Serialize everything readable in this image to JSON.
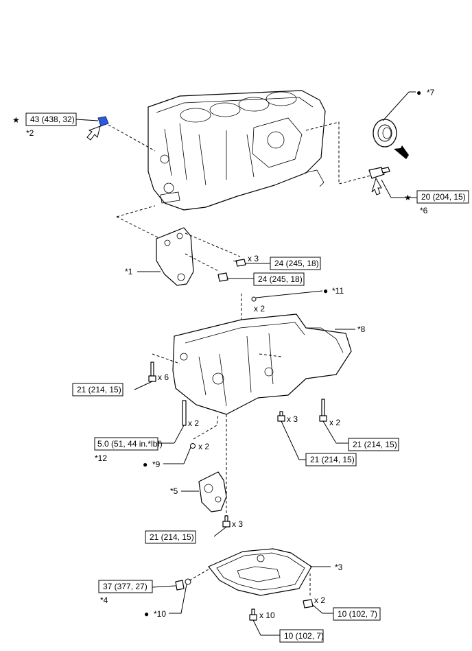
{
  "symbols": {
    "star": "★",
    "dot": "●"
  },
  "torques": {
    "t43": "43 (438, 32)",
    "t20": "20 (204, 15)",
    "t24a": "24 (245, 18)",
    "t24b": "24 (245, 18)",
    "t21a": "21 (214, 15)",
    "t21b": "21 (214, 15)",
    "t21c": "21 (214, 15)",
    "t21d": "21 (214, 15)",
    "t50": "5.0 (51, 44 in.*lbf)",
    "t37": "37 (377, 27)",
    "t10a": "10 (102, 7)",
    "t10b": "10 (102, 7)"
  },
  "callouts": {
    "c1": "*1",
    "c2": "*2",
    "c3": "*3",
    "c4": "*4",
    "c5": "*5",
    "c6": "*6",
    "c7": "*7",
    "c8": "*8",
    "c9": "*9",
    "c10": "*10",
    "c11": "*11",
    "c12": "*12"
  },
  "quantities": {
    "q_x3a": "x 3",
    "q_x2a": "x 2",
    "q_x6": "x 6",
    "q_x2b": "x 2",
    "q_x3b": "x 3",
    "q_x2c": "x 2",
    "q_x2d": "x 2",
    "q_x3c": "x 3",
    "q_x2e": "x 2",
    "q_x10": "x 10"
  },
  "colors": {
    "highlight": "#2d5bd8"
  }
}
